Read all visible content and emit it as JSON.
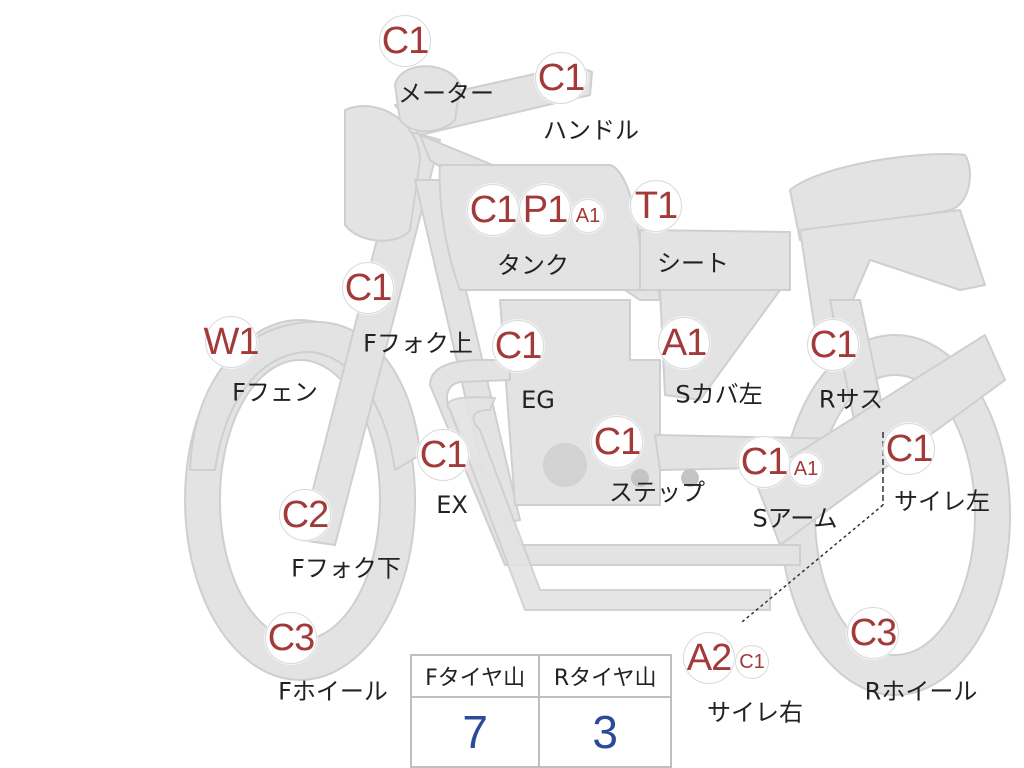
{
  "markers": [
    {
      "id": "meter-c1",
      "text": "C1",
      "size": "big"
    },
    {
      "id": "handle-c1",
      "text": "C1",
      "size": "big"
    },
    {
      "id": "tank-c1",
      "text": "C1",
      "size": "big"
    },
    {
      "id": "tank-p1",
      "text": "P1",
      "size": "big"
    },
    {
      "id": "tank-a1",
      "text": "A1",
      "size": "small"
    },
    {
      "id": "seat-t1",
      "text": "T1",
      "size": "big"
    },
    {
      "id": "ffork-upper-c1",
      "text": "C1",
      "size": "big"
    },
    {
      "id": "ffender-w1",
      "text": "W1",
      "size": "big"
    },
    {
      "id": "eg-c1",
      "text": "C1",
      "size": "big"
    },
    {
      "id": "scover-a1",
      "text": "A1",
      "size": "big"
    },
    {
      "id": "rsus-c1",
      "text": "C1",
      "size": "big"
    },
    {
      "id": "ex-c1",
      "text": "C1",
      "size": "big"
    },
    {
      "id": "step-c1",
      "text": "C1",
      "size": "big"
    },
    {
      "id": "sarm-c1",
      "text": "C1",
      "size": "big"
    },
    {
      "id": "sarm-a1",
      "text": "A1",
      "size": "small"
    },
    {
      "id": "muffler-left-c1",
      "text": "C1",
      "size": "big"
    },
    {
      "id": "ffork-lower-c2",
      "text": "C2",
      "size": "big"
    },
    {
      "id": "fwheel-c3",
      "text": "C3",
      "size": "big"
    },
    {
      "id": "rwheel-c3",
      "text": "C3",
      "size": "big"
    },
    {
      "id": "muffler-right-a2",
      "text": "A2",
      "size": "big"
    },
    {
      "id": "muffler-right-c1",
      "text": "C1",
      "size": "small"
    }
  ],
  "labels": [
    {
      "id": "meter",
      "text": "メーター"
    },
    {
      "id": "handle",
      "text": "ハンドル"
    },
    {
      "id": "tank",
      "text": "タンク"
    },
    {
      "id": "seat",
      "text": "シート"
    },
    {
      "id": "ffork-upper",
      "text": "Fフォク上"
    },
    {
      "id": "ffender",
      "text": "Fフェン"
    },
    {
      "id": "eg",
      "text": "EG"
    },
    {
      "id": "scover",
      "text": "Sカバ左"
    },
    {
      "id": "rsus",
      "text": "Rサス"
    },
    {
      "id": "ex",
      "text": "EX"
    },
    {
      "id": "step",
      "text": "ステップ"
    },
    {
      "id": "sarm",
      "text": "Sアーム"
    },
    {
      "id": "muffler-left",
      "text": "サイレ左"
    },
    {
      "id": "ffork-lower",
      "text": "Fフォク下"
    },
    {
      "id": "fwheel",
      "text": "Fホイール"
    },
    {
      "id": "rwheel",
      "text": "Rホイール"
    },
    {
      "id": "muffler-right",
      "text": "サイレ右"
    }
  ],
  "tire_table": {
    "headers": [
      "Fタイヤ山",
      "Rタイヤ山"
    ],
    "values": [
      "7",
      "3"
    ]
  },
  "colors": {
    "body": "#e3e3e3",
    "outline": "#cfcfcf",
    "marker_text": "#a33a3a",
    "table_value": "#2c4a9a"
  }
}
